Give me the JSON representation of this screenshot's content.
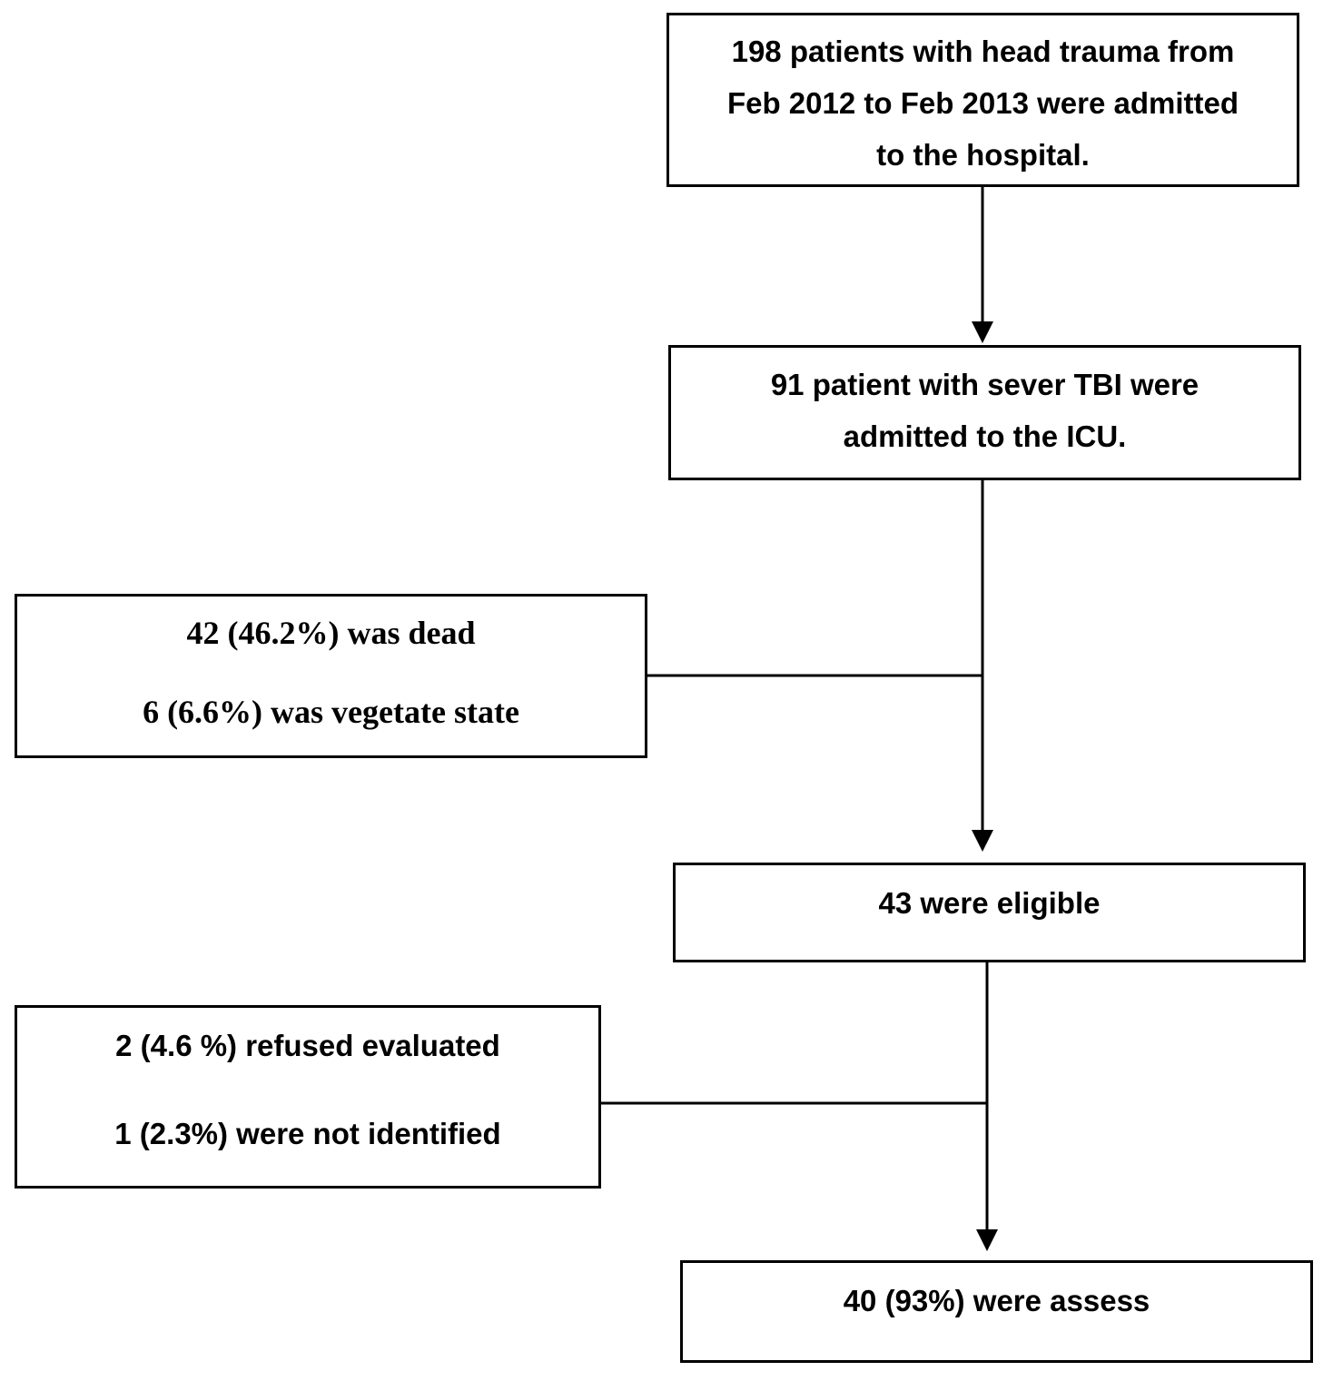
{
  "boxes": {
    "admitted_hospital": {
      "lines": [
        "198 patients with head trauma from",
        "Feb 2012 to Feb 2013 were admitted",
        "to the hospital."
      ]
    },
    "admitted_icu": {
      "lines": [
        "91 patient with sever TBI were",
        "admitted to the ICU."
      ]
    },
    "excluded_first": {
      "lines": [
        "42 (46.2%) was dead",
        "6 (6.6%) was vegetate state"
      ]
    },
    "eligible": {
      "lines": [
        "43 were eligible"
      ]
    },
    "excluded_second": {
      "lines": [
        "2 (4.6 %) refused evaluated",
        "1 (2.3%) were not identified"
      ]
    },
    "assessed": {
      "lines": [
        "40 (93%) were assess"
      ]
    }
  },
  "colors": {
    "line": "#000000",
    "box_fill": "#ffffff",
    "text": "#000000"
  }
}
